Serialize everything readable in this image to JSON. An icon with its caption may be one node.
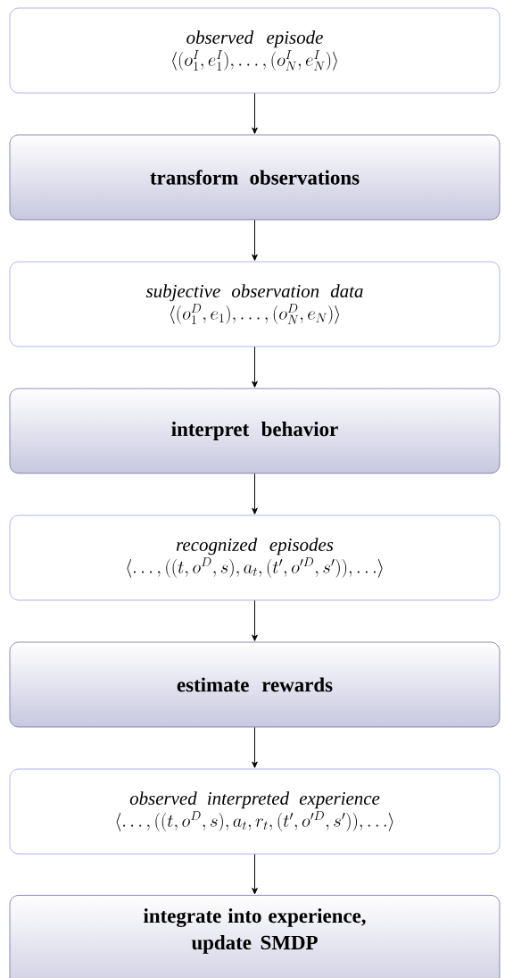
{
  "diagram": {
    "nodes": [
      {
        "text": [
          "observed episode",
          "\\langle (o_1^I, e_1^I), \\ldots, (o_N^I, e_N^I)\\rangle"
        ]
      },
      {
        "text": [
          "transform observations"
        ]
      },
      {
        "text": [
          "subjective observation data",
          "\\langle (o_1^D, e_1), \\ldots, (o_N^D, e_N)\\rangle"
        ]
      },
      {
        "text": [
          "interpret behavior"
        ]
      },
      {
        "text": [
          "recognized episodes",
          "\\langle \\ldots, ((t, o^D, s), a_t, (t', o'^D, s')), \\ldots\\rangle"
        ]
      },
      {
        "text": [
          "estimate rewards"
        ]
      },
      {
        "text": [
          "observed interpreted experience",
          "\\langle \\ldots, ((t, o^D, s), a_t, r_t, (t', o'^D, s')), \\ldots\\rangle"
        ]
      },
      {
        "text": [
          "integrate into experience, update SMDP"
        ]
      }
    ],
    "edges": [
      {
        "from": 0,
        "to": 1,
        "arrow": "to"
      },
      {
        "from": 1,
        "to": 2,
        "arrow": "to"
      },
      {
        "from": 2,
        "to": 3,
        "arrow": "to"
      },
      {
        "from": 3,
        "to": 4,
        "arrow": "to"
      },
      {
        "from": 4,
        "to": 5,
        "arrow": "to"
      },
      {
        "from": 5,
        "to": 6,
        "arrow": "to"
      },
      {
        "from": 6,
        "to": 7,
        "arrow": "to"
      }
    ]
  }
}
